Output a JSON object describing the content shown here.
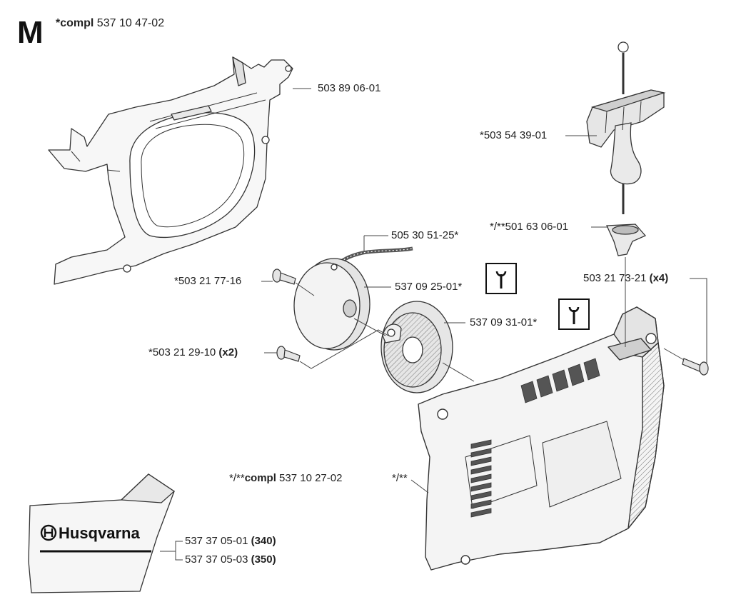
{
  "section": {
    "letter": "M",
    "compl_prefix": "*compl",
    "compl_number": "537 10 47-02"
  },
  "labels": {
    "bracket": "503 89 06-01",
    "handle": "*503 54 39-01",
    "grommet": "*/**501 63 06-01",
    "rope": "505 30 51-25*",
    "screw_pulley": "*503 21 77-16",
    "pulley": "537 09 25-01*",
    "spring": "537 09 31-01*",
    "screw_spring": "*503 21 29-10",
    "screw_spring_qty": "(x2)",
    "screw_cover": "503 21 73-21",
    "screw_cover_qty": "(x4)",
    "cover_prefix": "*/**",
    "cover_compl": "compl",
    "cover_number": "537 10 27-02",
    "cover_mark": "*/**",
    "decal_1": "537 37 05-01",
    "decal_1_model": "(340)",
    "decal_2": "537 37 05-03",
    "decal_2_model": "(350)"
  },
  "logo": {
    "brand": "Husqvarna"
  },
  "icons": {
    "tool_icon": "wrench-icon"
  }
}
